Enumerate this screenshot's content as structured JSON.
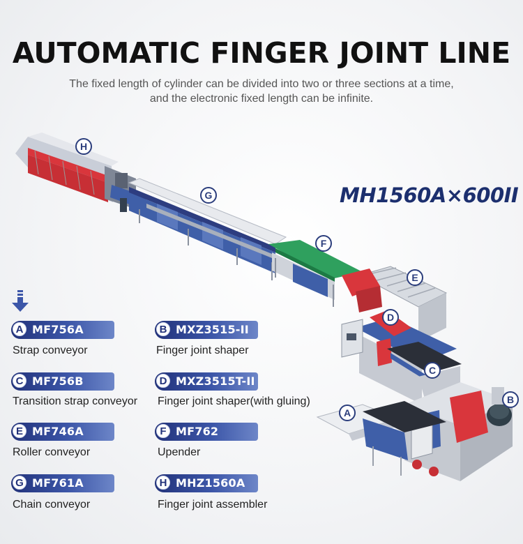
{
  "title": "AUTOMATIC FINGER JOINT LINE",
  "subtitle_line1": "The fixed length of cylinder can be divided into two or three sections at a time,",
  "subtitle_line2": "and the electronic fixed length can be infinite.",
  "model": "MH1560A×600II",
  "callouts": [
    "H",
    "G",
    "F",
    "E",
    "D",
    "C",
    "B",
    "A"
  ],
  "legend": [
    {
      "letter": "A",
      "code": "MF756A",
      "desc": "Strap conveyor"
    },
    {
      "letter": "B",
      "code": "MXZ3515-II",
      "desc": "Finger joint shaper"
    },
    {
      "letter": "C",
      "code": "MF756B",
      "desc": "Transition strap conveyor"
    },
    {
      "letter": "D",
      "code": "MXZ3515T-II",
      "desc": "Finger joint shaper(with gluing)"
    },
    {
      "letter": "E",
      "code": "MF746A",
      "desc": "Roller conveyor"
    },
    {
      "letter": "F",
      "code": "MF762",
      "desc": "Upender"
    },
    {
      "letter": "G",
      "code": "MF761A",
      "desc": "Chain conveyor"
    },
    {
      "letter": "H",
      "code": "MHZ1560A",
      "desc": "Finger joint assembler"
    }
  ],
  "colors": {
    "accent": "#22327a",
    "machine_blue": "#3f5fa8",
    "machine_red": "#d8343a"
  }
}
